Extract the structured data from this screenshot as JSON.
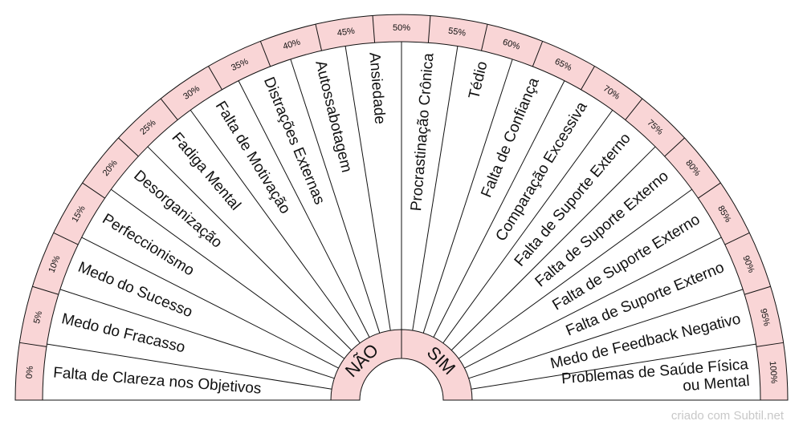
{
  "credit": "criado com Subtil.net",
  "center_labels": {
    "left": "NÃO",
    "right": "SIM"
  },
  "colors": {
    "ring_fill": "#f9d5d6",
    "center_fill": "#f9d5d6",
    "stroke": "#111111",
    "text": "#111111",
    "background": "#ffffff"
  },
  "percent_labels": [
    "0%",
    "5%",
    "10%",
    "15%",
    "20%",
    "25%",
    "30%",
    "35%",
    "40%",
    "45%",
    "50%",
    "55%",
    "60%",
    "65%",
    "70%",
    "75%",
    "80%",
    "85%",
    "90%",
    "95%",
    "100%"
  ],
  "sectors": [
    {
      "label": "Falta de Clareza nos Objetivos"
    },
    {
      "label": "Medo do Fracasso"
    },
    {
      "label": "Medo do Sucesso"
    },
    {
      "label": "Perfeccionismo"
    },
    {
      "label": "Desorganização"
    },
    {
      "label": "Fadiga Mental"
    },
    {
      "label": "Falta de Motivação"
    },
    {
      "label": "Distrações Externas"
    },
    {
      "label": "Autossabotagem"
    },
    {
      "label": "Ansiedade"
    },
    {
      "label": "Procrastinação Crônica"
    },
    {
      "label": "Tédio"
    },
    {
      "label": "Falta de Confiança"
    },
    {
      "label": "Comparação Excessiva"
    },
    {
      "label": "Falta de Suporte Externo"
    },
    {
      "label": "Falta de Suporte Externo"
    },
    {
      "label": "Falta de Suporte Externo"
    },
    {
      "label": "Falta de Suporte Externo"
    },
    {
      "label": "Medo de Feedback Negativo"
    },
    {
      "label": "Problemas de Saúde Física ou Mental",
      "lines": [
        "Problemas de Saúde Física",
        "ou Mental"
      ]
    }
  ]
}
